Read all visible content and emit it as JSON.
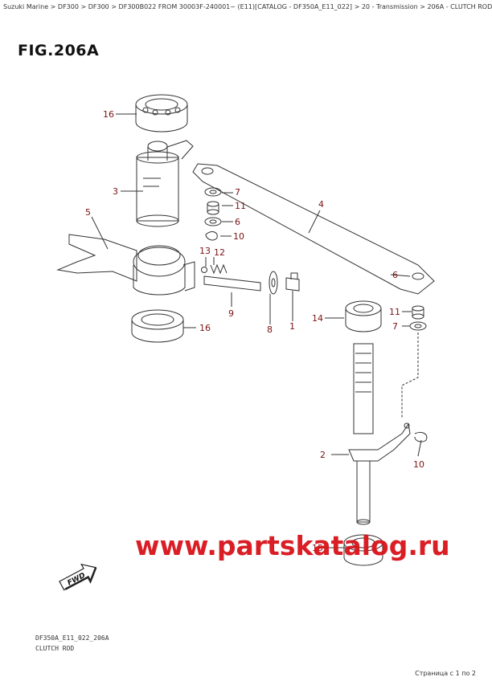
{
  "breadcrumb": "Suzuki Marine > DF300 > DF300 > DF300B022 FROM 30003F-240001~ (E11)[CATALOG - DF350A_E11_022] > 20 - Transmission > 206A - CLUTCH ROD",
  "figure": {
    "title": "FIG.206A",
    "code": "DF350A_E11_022_206A",
    "caption": "CLUTCH ROD",
    "fwd_label": "FWD"
  },
  "callouts": {
    "c16a": "16",
    "c3": "3",
    "c5": "5",
    "c7a": "7",
    "c11a": "11",
    "c6a": "6",
    "c10a": "10",
    "c4": "4",
    "c13": "13",
    "c12": "12",
    "c9": "9",
    "c8": "8",
    "c1": "1",
    "c6b": "6",
    "c16b": "16",
    "c14": "14",
    "c11b": "11",
    "c7b": "7",
    "c2": "2",
    "c10b": "10",
    "c15": "15"
  },
  "watermark": "www.partskatalog.ru",
  "page_info": "Страница с 1 по 2",
  "colors": {
    "callout": "#7a1212",
    "watermark": "#d8121a",
    "line": "#333333"
  }
}
